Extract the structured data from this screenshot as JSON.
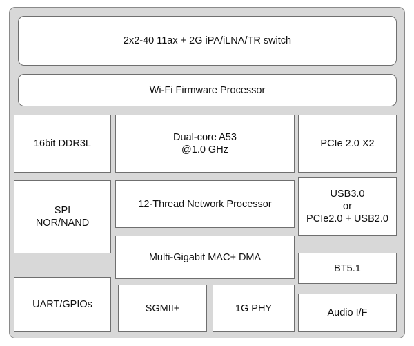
{
  "diagram": {
    "blocks": {
      "switch": "2x2-40 11ax + 2G iPA/iLNA/TR switch",
      "wifi_firmware_processor": "Wi-Fi Firmware Processor",
      "ddr": "16bit DDR3L",
      "cpu": "Dual-core A53\n@1.0 GHz",
      "pcie": "PCIe 2.0 X2",
      "spi": "SPI\nNOR/NAND",
      "network_processor": "12-Thread Network Processor",
      "usb": "USB3.0\nor\nPCIe2.0 + USB2.0",
      "mac_dma": "Multi-Gigabit MAC+ DMA",
      "bt": "BT5.1",
      "uart": "UART/GPIOs",
      "sgmii": "SGMII+",
      "phy": "1G PHY",
      "audio": "Audio I/F"
    }
  }
}
